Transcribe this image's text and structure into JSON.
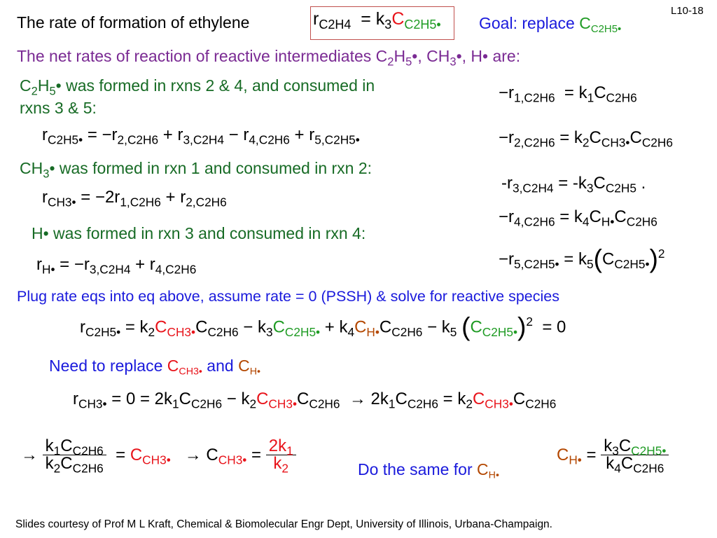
{
  "slide": {
    "number": "L10-18",
    "title": "The rate of formation of ethylene",
    "goal_label": "Goal: replace",
    "goal_var": "C",
    "goal_sub": "C2H5•"
  },
  "text": {
    "net_rates_intro": "The net  rates of reaction of reactive intermediates C",
    "net_rates_tail": "•, CH",
    "net_rates_tail2": "•, H• are:",
    "c2h5_line1": "• was formed in rxns 2 & 4, and consumed in",
    "c2h5_line2": "rxns 3 & 5:",
    "ch3_line": "• was formed in rxn 1 and consumed in rxn 2:",
    "h_line": "H• was formed in rxn 3 and consumed in rxn 4:",
    "plug_line": "Plug rate eqs into eq above, assume rate = 0 (PSSH) & solve for reactive species",
    "need_replace": "Need to replace",
    "need_and": "and",
    "do_same": "Do the same for",
    "footer": "Slides courtesy of Prof M L Kraft, Chemical & Biomolecular Engr Dept, University of Illinois, Urbana-Champaign."
  },
  "colors": {
    "red": "#e8131a",
    "green": "#1f9b24",
    "dark_green": "#176b25",
    "blue": "#1a1adc",
    "purple": "#7a2a93",
    "brown": "#b34700"
  }
}
